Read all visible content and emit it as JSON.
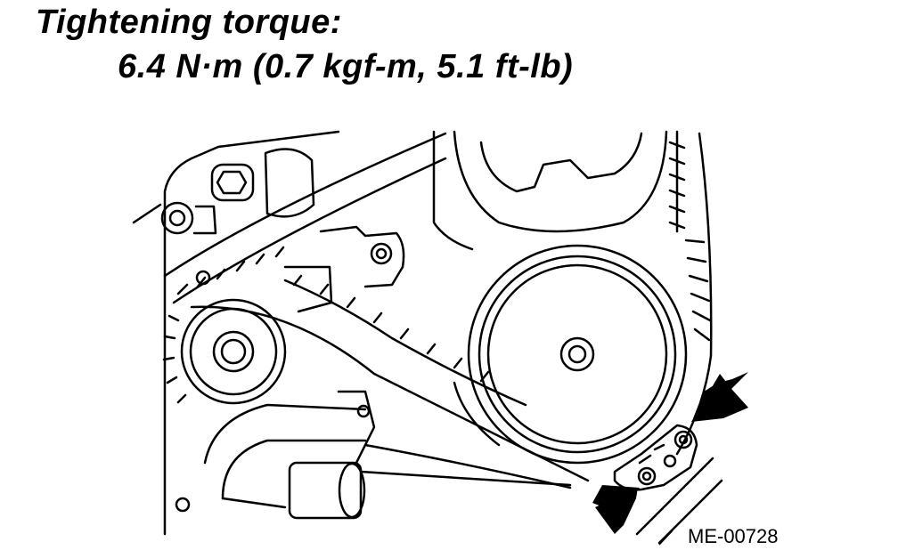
{
  "heading": "Tightening torque:",
  "torque_value": "6.4 N·m (0.7 kgf-m, 5.1 ft-lb)",
  "figure_code": "ME-00728"
}
